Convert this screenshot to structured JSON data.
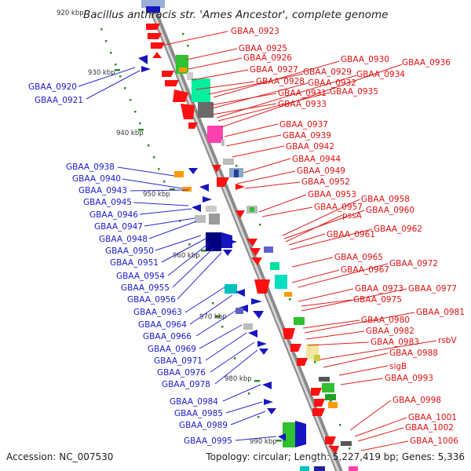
{
  "title": "Bacillus anthracis str. 'Ames Ancestor', complete genome",
  "accession": "Accession: NC_007530",
  "summary": "Topology: circular; Length: 5,227,419 bp; Genes: 5,336",
  "scale_ticks": [
    "920 kbp",
    "930 kbp",
    "940 kbp",
    "950 kbp",
    "960 kbp",
    "970 kbp",
    "980 kbp",
    "990 kbp"
  ],
  "reverse_strand_labels": [
    "GBAA_0920",
    "GBAA_0921",
    "GBAA_0938",
    "GBAA_0940",
    "GBAA_0943",
    "GBAA_0945",
    "GBAA_0946",
    "GBAA_0947",
    "GBAA_0948",
    "GBAA_0950",
    "GBAA_0951",
    "GBAA_0954",
    "GBAA_0955",
    "GBAA_0956",
    "GBAA_0963",
    "GBAA_0964",
    "GBAA_0966",
    "GBAA_0969",
    "GBAA_0971",
    "GBAA_0976",
    "GBAA_0978",
    "GBAA_0984",
    "GBAA_0985",
    "GBAA_0989",
    "GBAA_0995"
  ],
  "forward_strand_labels": [
    "GBAA_0923",
    "GBAA_0925",
    "GBAA_0926",
    "GBAA_0927",
    "GBAA_0928",
    "GBAA_0929",
    "GBAA_0930",
    "GBAA_0931",
    "GBAA_0932",
    "GBAA_0933",
    "GBAA_0934",
    "GBAA_0935",
    "GBAA_0936",
    "GBAA_0937",
    "GBAA_0939",
    "GBAA_0942",
    "GBAA_0944",
    "GBAA_0949",
    "GBAA_0952",
    "GBAA_0953",
    "GBAA_0957",
    "GBAA_0958",
    "GBAA_0960",
    "pssA",
    "GBAA_0961",
    "GBAA_0962",
    "GBAA_0965",
    "GBAA_0967",
    "GBAA_0972",
    "GBAA_0973",
    "GBAA_0975",
    "GBAA_0977",
    "GBAA_0980",
    "GBAA_0981",
    "GBAA_0982",
    "GBAA_0983",
    "rsbV",
    "GBAA_0988",
    "sigB",
    "GBAA_0993",
    "GBAA_0998",
    "GBAA_1001",
    "GBAA_1002",
    "GBAA_1006"
  ],
  "colors": {
    "reverse_label": "#1a1acc",
    "forward_label": "#e01010",
    "backbone": "#8a8a8a",
    "tick": "#2e8b2e"
  }
}
